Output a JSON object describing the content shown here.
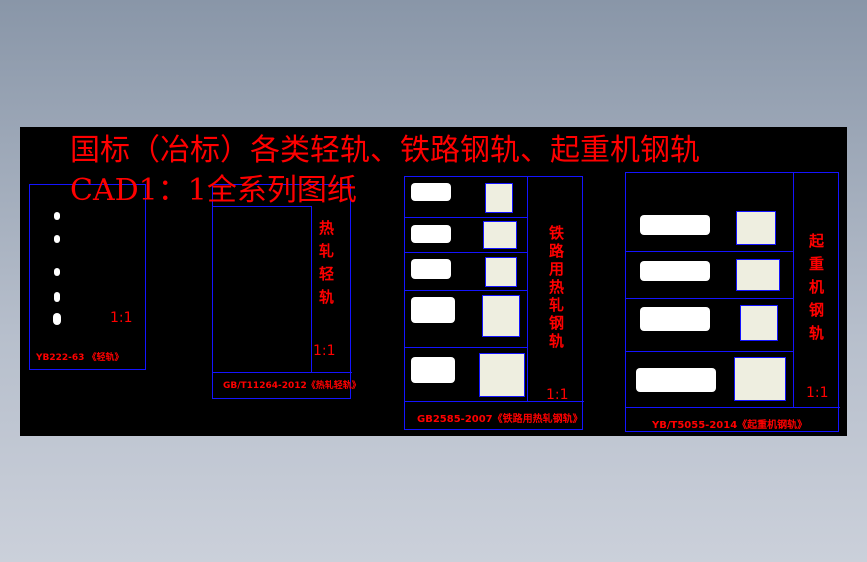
{
  "title": "国标（冶标）各类轻轨、铁路钢轨、起重机钢轨CAD1：1全系列图纸",
  "sheets": [
    {
      "caption": "YB222-63 《轻轨》",
      "scale": "1:1"
    },
    {
      "caption": "GB/T11264-2012《热轧轻轨》",
      "label": "热轧轻轨",
      "scale": "1:1"
    },
    {
      "caption": "GB2585-2007《铁路用热轧钢轨》",
      "label": "铁路用热轧钢轨",
      "scale": "1:1"
    },
    {
      "caption": "YB/T5055-2014《起重机钢轨》",
      "label": "起重机钢轨",
      "scale": "1:1"
    }
  ],
  "colors": {
    "background": "#000000",
    "lines": "#1414ff",
    "text": "#ff0000"
  }
}
